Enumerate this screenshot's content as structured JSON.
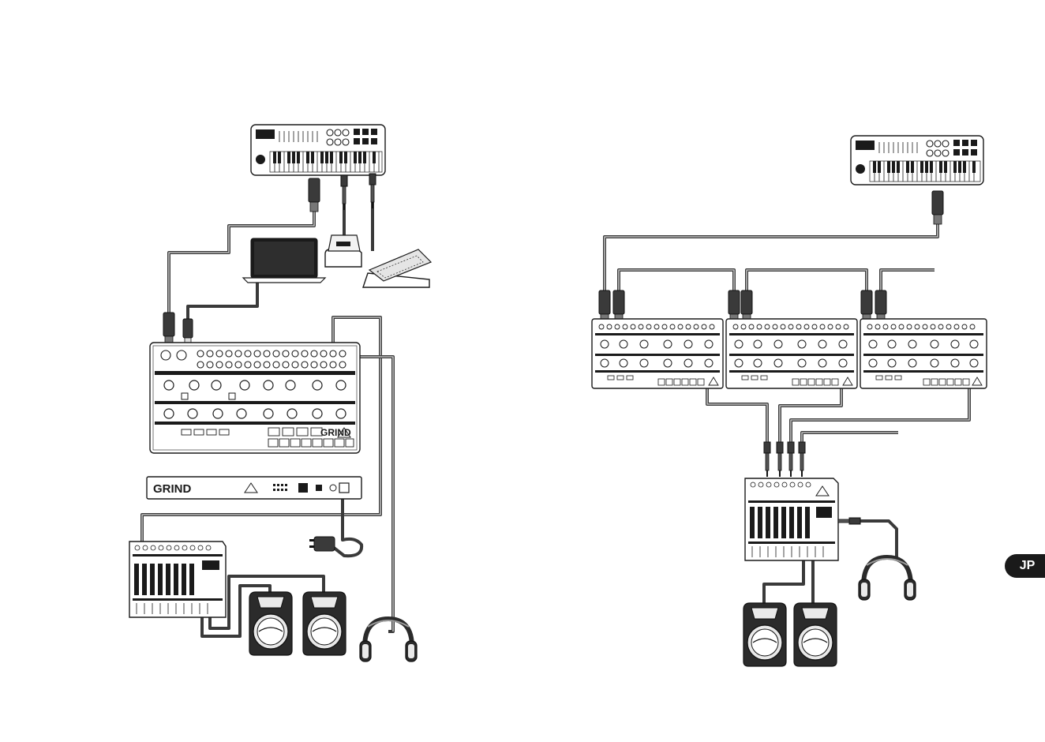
{
  "page": {
    "language_badge": "JP"
  },
  "devices": {
    "synth_logo": "GRIND",
    "module_logo": "GRIND"
  },
  "colors": {
    "cable": "#3a3a3a",
    "outline": "#1a1a1a",
    "badge": "#1a1a1a"
  },
  "icons": [
    "midi-keyboard-icon",
    "laptop-icon",
    "sustain-pedal-icon",
    "expression-pedal-icon",
    "synthesizer-icon",
    "rack-module-icon",
    "power-plug-icon",
    "mixer-icon",
    "speaker-icon",
    "headphones-icon"
  ]
}
